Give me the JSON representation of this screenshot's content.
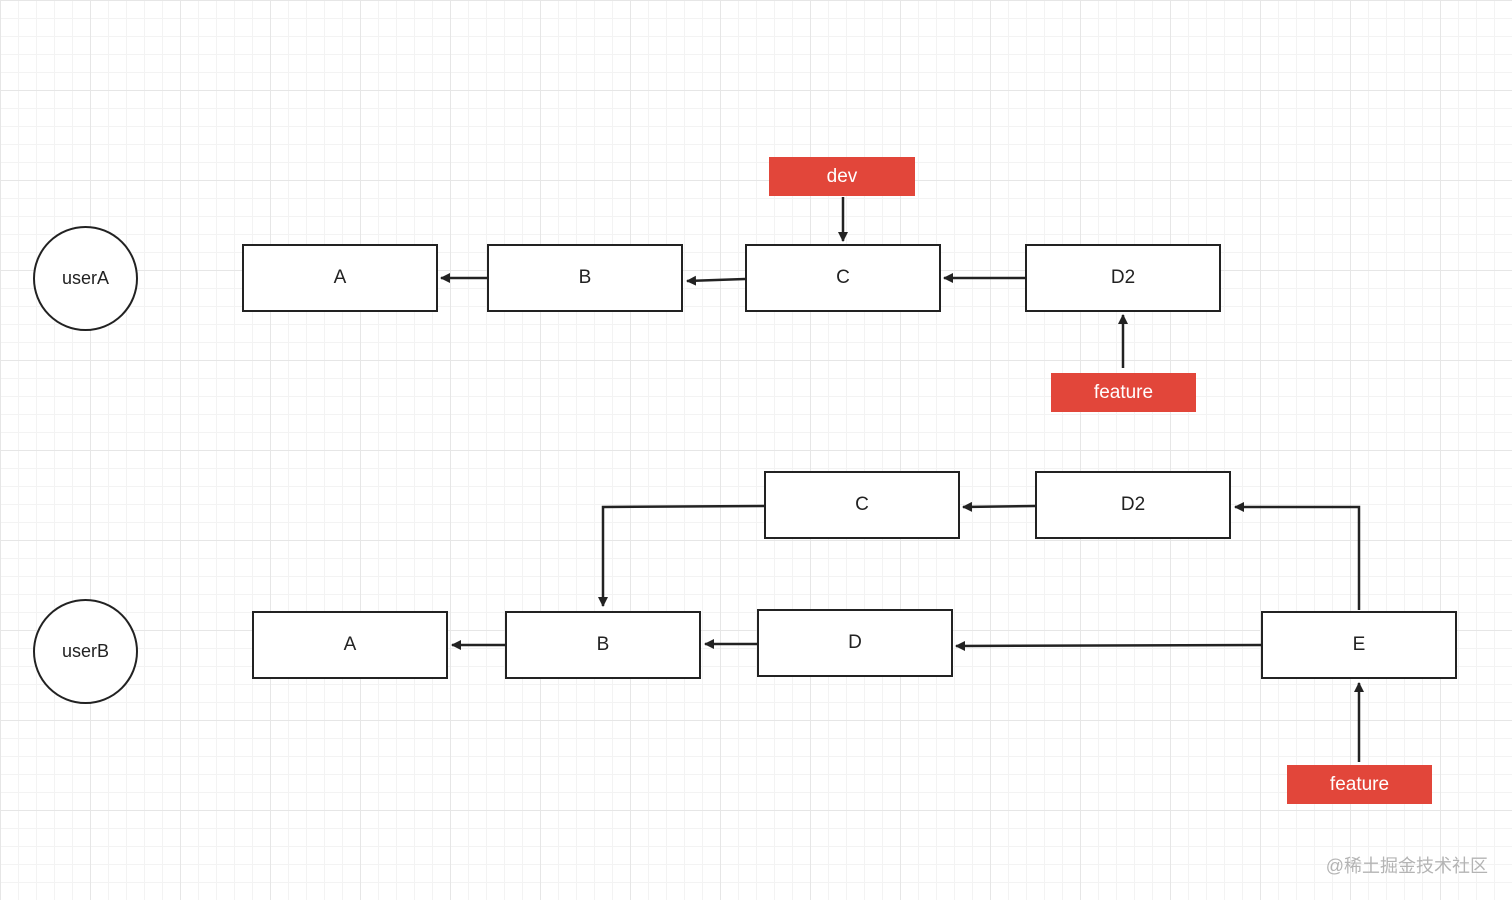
{
  "users": {
    "a": "userA",
    "b": "userB"
  },
  "rowA": {
    "nodes": [
      "A",
      "B",
      "C",
      "D2"
    ],
    "tags": {
      "dev": "dev",
      "feature": "feature"
    }
  },
  "rowB": {
    "nodes": [
      "A",
      "B",
      "C",
      "D2",
      "D",
      "E"
    ],
    "tags": {
      "feature": "feature"
    }
  },
  "colors": {
    "tag_fill": "#e2463a",
    "stroke": "#222222"
  },
  "watermark": "@稀土掘金技术社区"
}
